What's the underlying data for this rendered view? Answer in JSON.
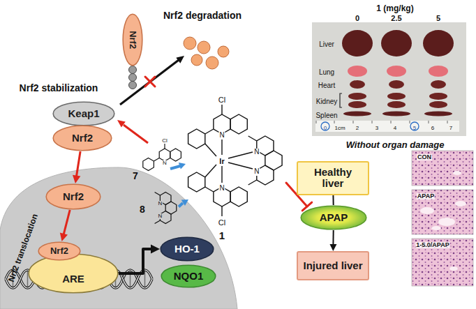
{
  "diagram": {
    "nodes": [
      {
        "text": [
          "Keap1"
        ]
      },
      {
        "text": [
          "Nrf2"
        ]
      },
      {
        "text": [
          "Nrf2"
        ]
      },
      {
        "text": [
          "Nrf2"
        ]
      },
      {
        "text": [
          "Nrf2"
        ]
      },
      {
        "text": [
          "ARE"
        ]
      },
      {
        "text": [
          "HO-1"
        ]
      },
      {
        "text": [
          "NQO1"
        ]
      },
      {
        "text": [
          "Healthy liver"
        ]
      },
      {
        "text": [
          "APAP"
        ]
      },
      {
        "text": [
          "Injured liver"
        ]
      }
    ],
    "edges": [
      {
        "from": 1,
        "to": 3,
        "arrow": "to"
      },
      {
        "from": 3,
        "to": 4,
        "arrow": "to"
      },
      {
        "from": 5,
        "to": 6,
        "arrow": "to"
      },
      {
        "from": 8,
        "to": 9,
        "arrow": "none"
      },
      {
        "from": 9,
        "to": 10,
        "arrow": "to"
      }
    ],
    "labels": [
      "Nrf2 stabilization",
      "Nrf2 degradation",
      "Nrf2 translocation",
      "7",
      "8",
      "Cl",
      "N",
      "N",
      "N",
      "Cl",
      "N",
      "Ir",
      "N",
      "N",
      "N",
      "Cl",
      "1",
      "1 (mg/kg)",
      "0",
      "2.5",
      "5",
      "Liver",
      "Lung",
      "Heart",
      "Kidney",
      "Spleen",
      "0",
      "1cm",
      "2",
      "3",
      "4",
      "5",
      "6",
      "7",
      "Without organ damage",
      "CON",
      "APAP",
      "1-5.0/APAP"
    ]
  }
}
